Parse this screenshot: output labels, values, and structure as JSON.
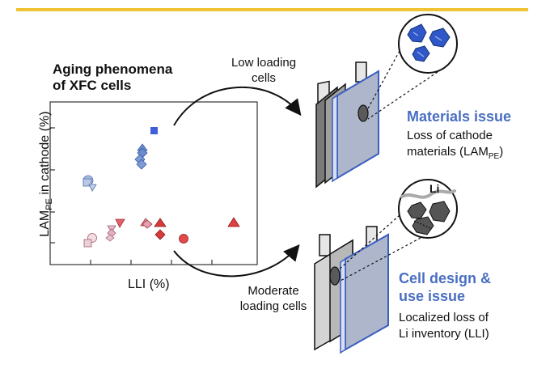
{
  "colors": {
    "accent_bar": "#f1c232",
    "issue_blue": "#4a6fc2",
    "blue_marker": "#4f72c4",
    "light_blue_marker": "#a6b8de",
    "red_marker": "#d43d3d",
    "pink_marker": "#e8b6c2"
  },
  "plot": {
    "title_line1": "Aging phenomena",
    "title_line2": "of XFC cells",
    "y_label_main": "LAM",
    "y_label_sub": "PE",
    "y_label_rest": " in cathode (%)",
    "x_label": "LLI (%)"
  },
  "flows": {
    "top_line1": "Low loading",
    "top_line2": "cells",
    "bottom_line1": "Moderate",
    "bottom_line2": "loading cells"
  },
  "materials_issue": {
    "title": "Materials issue",
    "desc_line1": "Loss of cathode",
    "desc_line2_main": "materials (LAM",
    "desc_line2_sub": "PE",
    "desc_line2_end": ")"
  },
  "cell_issue": {
    "title_line1": "Cell design &",
    "title_line2": "use issue",
    "desc_line1": "Localized loss of",
    "desc_line2": "Li inventory (LLI)"
  },
  "li_label": "Li"
}
